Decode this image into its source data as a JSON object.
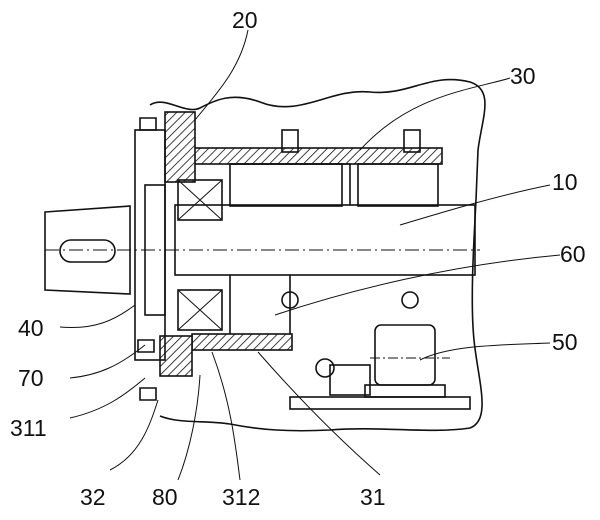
{
  "figure": {
    "labels": [
      {
        "id": "20",
        "text": "20"
      },
      {
        "id": "30",
        "text": "30"
      },
      {
        "id": "10",
        "text": "10"
      },
      {
        "id": "60",
        "text": "60"
      },
      {
        "id": "50",
        "text": "50"
      },
      {
        "id": "40",
        "text": "40"
      },
      {
        "id": "70",
        "text": "70"
      },
      {
        "id": "311",
        "text": "311"
      },
      {
        "id": "32",
        "text": "32"
      },
      {
        "id": "80",
        "text": "80"
      },
      {
        "id": "312",
        "text": "312"
      },
      {
        "id": "31",
        "text": "31"
      }
    ]
  }
}
